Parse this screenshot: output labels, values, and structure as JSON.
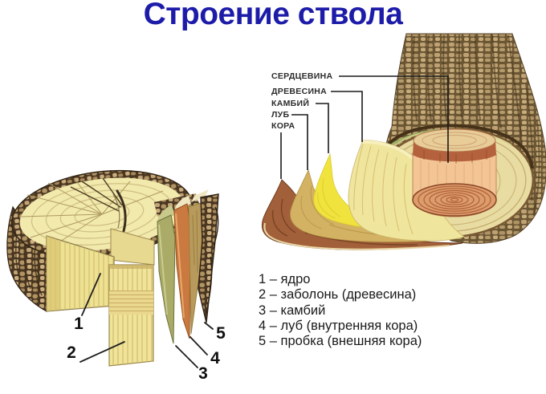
{
  "title": {
    "text": "Строение ствола",
    "color": "#1D1CA9"
  },
  "text_color": "#1a1a1a",
  "trunk_diagram": {
    "labels": [
      {
        "id": "pith",
        "text": "СЕРДЦЕВИНА"
      },
      {
        "id": "wood",
        "text": "ДРЕВЕСИНА"
      },
      {
        "id": "cambium",
        "text": "КАМБИЙ"
      },
      {
        "id": "bast",
        "text": "ЛУБ"
      },
      {
        "id": "bark",
        "text": "КОРА"
      }
    ],
    "layer_colors": {
      "bark": "#A2603A",
      "bast": "#D4B264",
      "cambium": "#F1E33E",
      "wood": "#F0E59C",
      "pith": "#DC9C6C"
    }
  },
  "log_diagram": {
    "markers": [
      {
        "n": "1"
      },
      {
        "n": "2"
      },
      {
        "n": "3"
      },
      {
        "n": "4"
      },
      {
        "n": "5"
      }
    ]
  },
  "legend": {
    "items": [
      {
        "text": "1 – ядро"
      },
      {
        "text": "2 – заболонь (древесина)"
      },
      {
        "text": "3 – камбий"
      },
      {
        "text": "4 – луб (внутренняя кора)"
      },
      {
        "text": "5 – пробка (внешняя кора)"
      }
    ]
  }
}
